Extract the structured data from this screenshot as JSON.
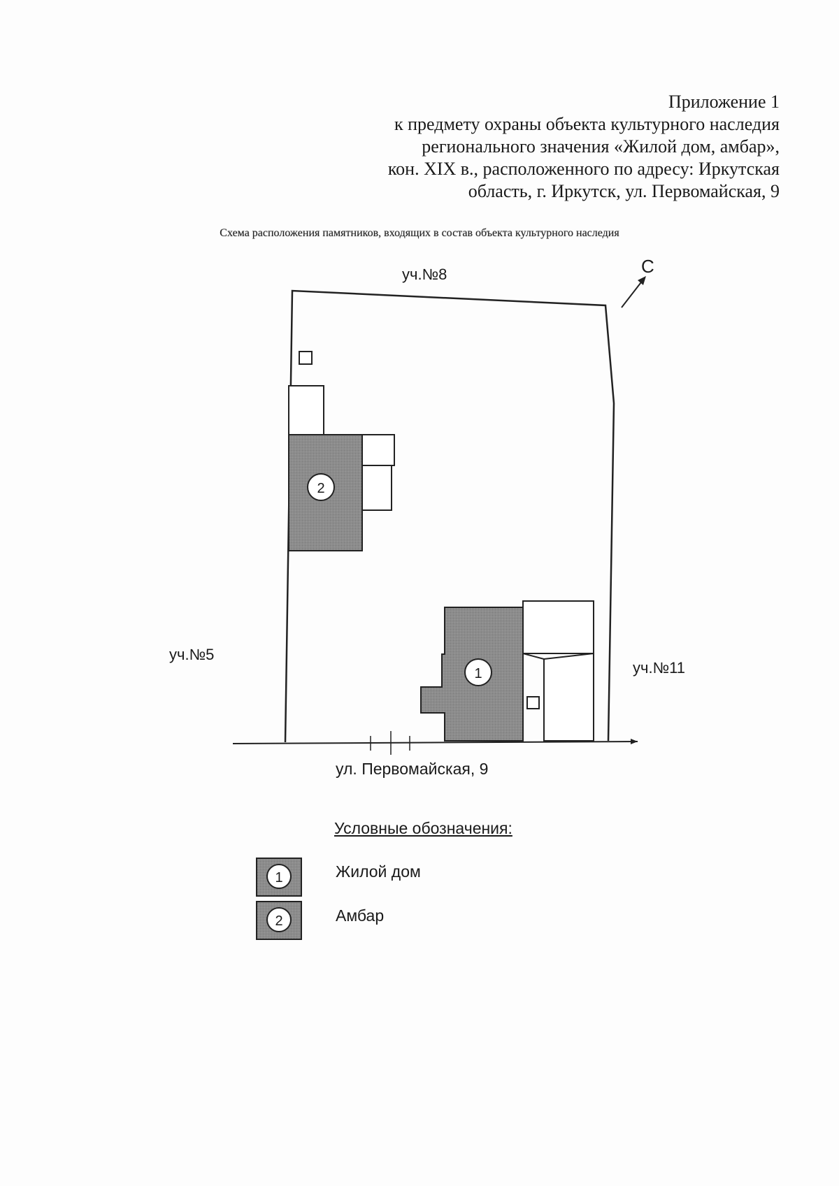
{
  "header": {
    "lines": [
      "Приложение 1",
      "к предмету охраны объекта культурного наследия",
      "регионального значения «Жилой дом, амбар»,",
      "кон. XIX в., расположенного по адресу: Иркутская",
      "область, г. Иркутск, ул. Первомайская, 9"
    ]
  },
  "caption": "Схема расположения памятников, входящих в состав объекта культурного наследия",
  "map": {
    "north_label": "С",
    "neighbors": {
      "top": "уч.№8",
      "left": "уч.№5",
      "right": "уч.№11"
    },
    "street_label": "ул. Первомайская, 9",
    "markers": {
      "house": "1",
      "barn": "2"
    },
    "fill_color": "#8c8c8c"
  },
  "legend": {
    "title": "Условные обозначения:",
    "items": [
      {
        "number": "1",
        "label": "Жилой дом"
      },
      {
        "number": "2",
        "label": "Амбар"
      }
    ]
  }
}
